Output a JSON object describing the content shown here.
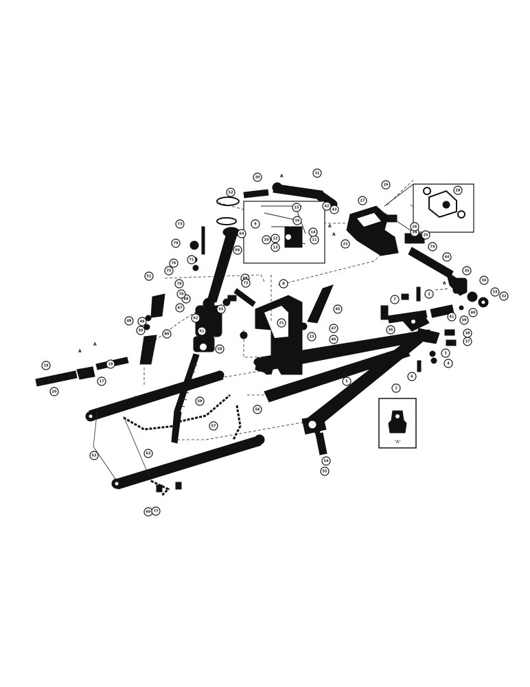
{
  "callouts": [
    "1",
    "2",
    "3",
    "4",
    "5",
    "6",
    "7",
    "8",
    "9",
    "10",
    "11",
    "12",
    "13",
    "14",
    "15",
    "16",
    "17",
    "18",
    "19",
    "20",
    "21",
    "22",
    "23",
    "24",
    "25",
    "26",
    "27",
    "28",
    "29",
    "30",
    "31",
    "32",
    "33",
    "34",
    "35",
    "36",
    "37",
    "38",
    "39",
    "40",
    "41",
    "42",
    "43",
    "44",
    "45",
    "46",
    "47",
    "48",
    "49",
    "50",
    "51",
    "52",
    "53",
    "54",
    "55",
    "56",
    "57",
    "58",
    "59",
    "60",
    "61",
    "62",
    "63",
    "64",
    "65",
    "66",
    "67",
    "68",
    "69",
    "70",
    "71",
    "72",
    "73",
    "74",
    "75",
    "76",
    "77",
    "78",
    "79",
    "80"
  ],
  "detail_letter": "A",
  "inset_label": "\"A\""
}
